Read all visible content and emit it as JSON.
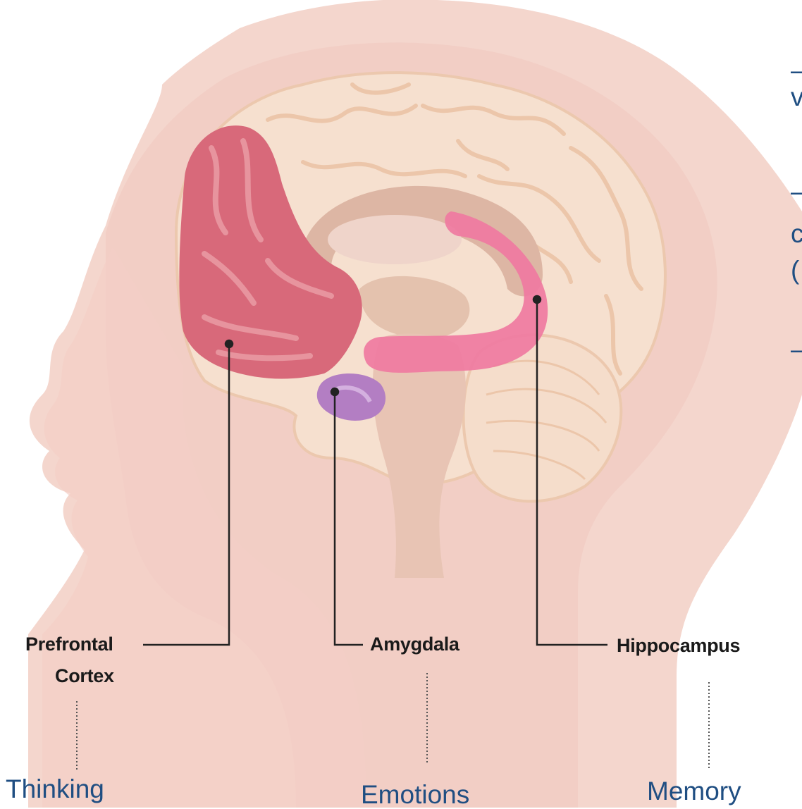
{
  "labels": {
    "prefrontal_line1": "Prefrontal",
    "prefrontal_line2": "Cortex",
    "amygdala": "Amygdala",
    "hippocampus": "Hippocampus"
  },
  "functions": {
    "thinking": "Thinking",
    "emotions": "Emotions",
    "memory": "Memory"
  },
  "side_text": {
    "line1": "–",
    "line2": "v",
    "line3": "–",
    "line4": "c",
    "line5": "(",
    "line6": "–"
  },
  "colors": {
    "head": "#f3d2c9",
    "head_shadow": "#ecc3b8",
    "brain": "#f6e1d1",
    "brain_outline": "#e9c9b4",
    "prefrontal": "#d8697a",
    "hippocampus": "#ef7aa1",
    "amygdala": "#b37ec3",
    "function_text": "#1f4e82"
  }
}
